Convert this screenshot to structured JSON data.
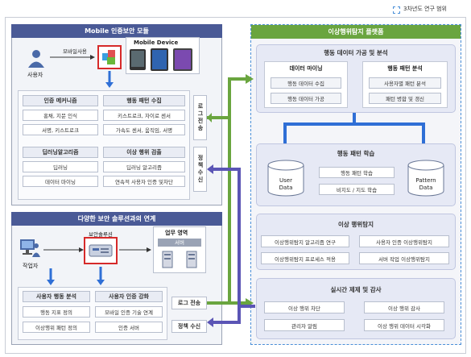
{
  "legend": {
    "label": "3차년도 연구 범위"
  },
  "mobile_module": {
    "title": "Mobile 인증보안 모듈",
    "user_label": "사용자",
    "usage_label": "모바일사용",
    "device_title": "Mobile Device",
    "auth_group": {
      "title": "인증 메커니즘",
      "items": [
        "홍채, 지문 인식",
        "서명, 키스트로크"
      ]
    },
    "pattern_group": {
      "title": "행동 패턴 수집",
      "items": [
        "키스트로크, 자이로 센서",
        "가속도 센서, 움직임, 서명"
      ]
    },
    "dl_group": {
      "title": "딥러닝알고리즘",
      "items": [
        "딥러닝",
        "데이터 마이닝"
      ]
    },
    "detect_group": {
      "title": "이상 행위 검출",
      "items": [
        "딥러닝 알고리즘",
        "연속적 사용자 인증 및차단"
      ]
    },
    "log_send": "로그전송",
    "policy_recv": "정책수신"
  },
  "security_link": {
    "title": "다양한 보안 솔루션과의 연계",
    "worker_label": "작업자",
    "solution_label": "보안솔루션",
    "workarea_title": "업무 영역",
    "server_label": "서버",
    "behavior_group": {
      "title": "사용자 행동 분석",
      "items": [
        "행동 지표 정의",
        "이상행위 패턴 정의"
      ]
    },
    "auth_group": {
      "title": "사용자 인증 강화",
      "items": [
        "모바일 인증 기술 연계",
        "인증 서버"
      ]
    },
    "log_send": "로그 전송",
    "policy_recv": "정책 수신"
  },
  "platform": {
    "title": "이상행위탐지 플랫폼",
    "collect": {
      "title": "행동 데이터 가공 및 분석",
      "mining_title": "데이터 마이닝",
      "mining_items": [
        "행동 데이터 수집",
        "행동 데이터 가공"
      ],
      "pattern_title": "행동 패턴 분석",
      "pattern_items": [
        "사용자별 패턴 분석",
        "패턴 병합 및 갱신"
      ]
    },
    "learn": {
      "title": "행동 패턴 학습",
      "user_data": "User Data",
      "pattern_data": "Pattern Data",
      "items": [
        "행동 패턴 학습",
        "비지도 / 지도 학습"
      ]
    },
    "detect": {
      "title": "이상 행위탐지",
      "items": [
        "이상행위탐지 알고리즘 연구",
        "사용자 인증 이상행위탐지",
        "이상행위탐지 프로세스 적용",
        "서버 작업 이상행위탐지"
      ]
    },
    "control": {
      "title": "실시간 제제 및 감사",
      "items": [
        "이상 행위 차단",
        "이상 행위 감사",
        "관리자 알림",
        "이상 행위 데이터 시각화"
      ]
    }
  },
  "colors": {
    "blue_header": "#4a5a96",
    "green_header": "#6aa53f",
    "arrow_blue": "#2f6fd6",
    "arrow_green": "#6aa53f",
    "arrow_purple": "#5b55b5",
    "highlight_red": "#d62a2a"
  }
}
